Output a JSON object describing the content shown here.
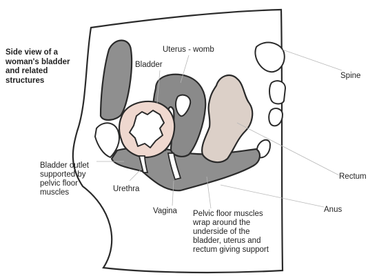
{
  "title": "Side view of a woman's bladder and related structures",
  "labels": {
    "uterus": "Uterus - womb",
    "bladder": "Bladder",
    "spine": "Spine",
    "rectum": "Rectum",
    "anus": "Anus",
    "urethra": "Urethra",
    "vagina": "Vagina",
    "bladder_outlet": "Bladder outlet supported by pelvic floor muscles",
    "pelvic_floor": "Pelvic floor muscles wrap around the underside of the bladder, uterus and rectum giving support"
  },
  "colors": {
    "muscle_gray": "#8f8f8f",
    "uterus_gray": "#8a8a8a",
    "bladder_pink": "#efd8cf",
    "rectum_beige": "#dcd0c8",
    "outline": "#2a2a2a"
  }
}
